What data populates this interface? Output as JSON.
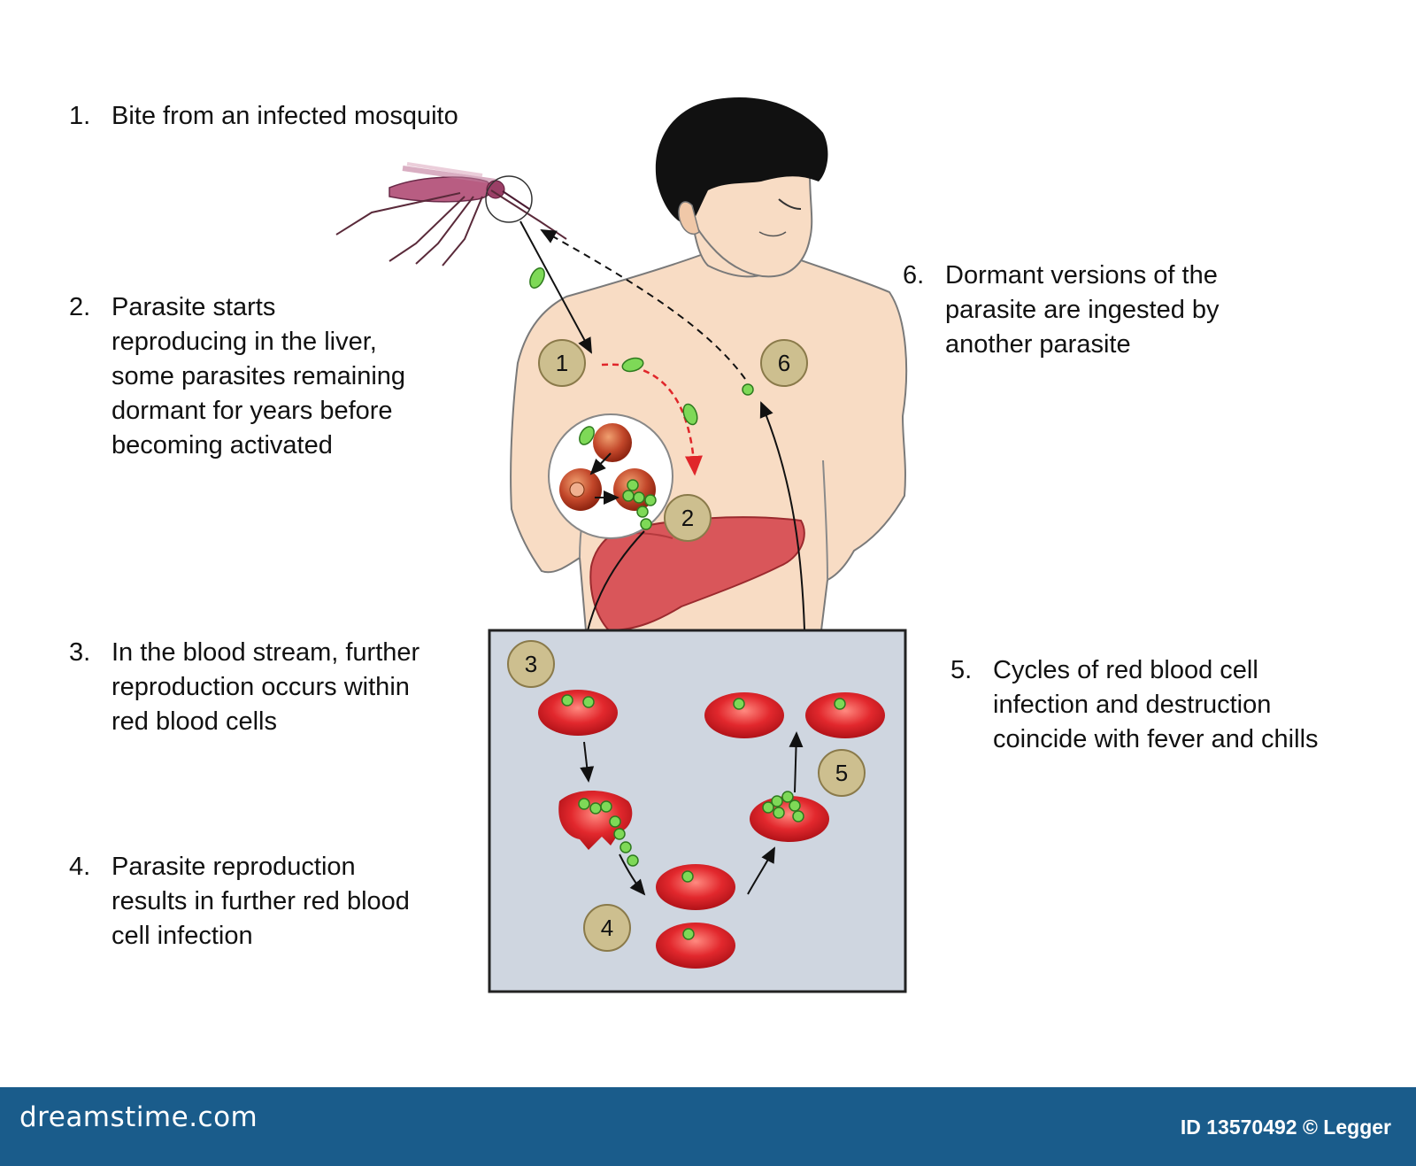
{
  "steps": [
    {
      "number": "1.",
      "lines": [
        "Bite from an infected mosquito"
      ]
    },
    {
      "number": "2.",
      "lines": [
        "Parasite starts",
        "reproducing in the liver,",
        "some parasites remaining",
        "dormant for years before",
        "becoming activated"
      ]
    },
    {
      "number": "3.",
      "lines": [
        "In the blood stream, further",
        "reproduction occurs within",
        "red blood cells"
      ]
    },
    {
      "number": "4.",
      "lines": [
        "Parasite reproduction",
        "results in further red blood",
        "cell infection"
      ]
    },
    {
      "number": "5.",
      "lines": [
        "Cycles of red blood cell",
        "infection and destruction",
        "coincide with fever and chills"
      ]
    },
    {
      "number": "6.",
      "lines": [
        "Dormant versions of the",
        "parasite are ingested by",
        "another parasite"
      ]
    }
  ],
  "markers": [
    "1",
    "2",
    "3",
    "4",
    "5",
    "6"
  ],
  "footer": {
    "brand": "dreamstime.com",
    "credit": "ID 13570492 © Legger"
  },
  "colors": {
    "skin": "#f8dcc4",
    "liver": "#d9565a",
    "red_cell": "#d8242a",
    "parasite": "#7ed957",
    "marker_fill": "#cdbf8f",
    "blood_panel": "#cfd6e0",
    "footer": "#1a5c8b"
  }
}
